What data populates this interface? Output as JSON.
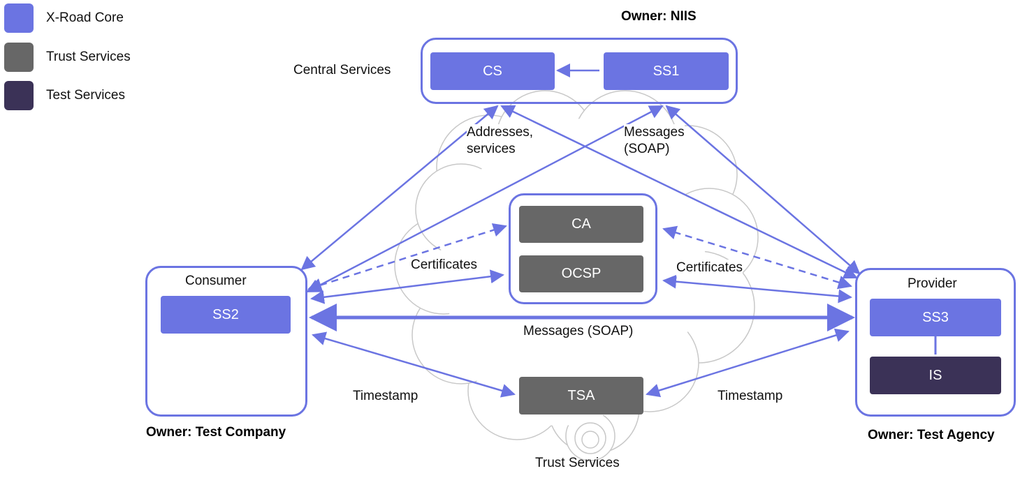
{
  "legend": {
    "items": [
      {
        "label": "X-Road Core",
        "color": "#6b74e2"
      },
      {
        "label": "Trust Services",
        "color": "#676767"
      },
      {
        "label": "Test Services",
        "color": "#3b3257"
      }
    ]
  },
  "central": {
    "owner": "Owner: NIIS",
    "label": "Central Services",
    "cs": "CS",
    "ss1": "SS1"
  },
  "consumer": {
    "title": "Consumer",
    "ss2": "SS2",
    "owner": "Owner: Test Company"
  },
  "provider": {
    "title": "Provider",
    "ss3": "SS3",
    "is": "IS",
    "owner": "Owner: Test Agency"
  },
  "trust": {
    "ca": "CA",
    "ocsp": "OCSP",
    "tsa": "TSA",
    "cloud_label": "Trust Services"
  },
  "edges": {
    "addresses_line1": "Addresses,",
    "addresses_line2": "services",
    "messages_soap_line1": "Messages",
    "messages_soap_line2": "(SOAP)",
    "certificates_left": "Certificates",
    "certificates_right": "Certificates",
    "messages_soap_main": "Messages (SOAP)",
    "timestamp_left": "Timestamp",
    "timestamp_right": "Timestamp"
  },
  "colors": {
    "core": "#6b74e2",
    "trust": "#676767",
    "test": "#3b3257",
    "line": "#6b74e2",
    "cloud": "#c8c8c8"
  }
}
